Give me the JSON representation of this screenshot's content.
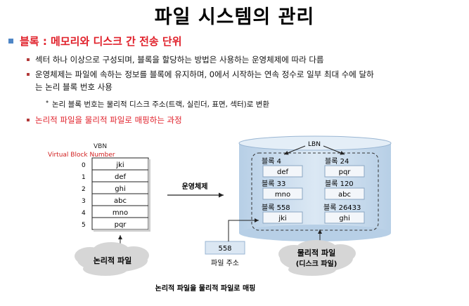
{
  "slide": {
    "title": "파일 시스템의 관리",
    "heading": "블록 : 메모리와 디스크 간 전송 단위",
    "bullets": [
      "섹터 하나 이상으로 구성되며, 블록을 할당하는 방법은 사용하는 운영체제에 따라 다름",
      "운영체제는 파일에 속하는 정보를 블록에 유지하며, 0에서 시작하는 연속 정수로 일부 최대 수에 달하",
      "는 논리 블록 번호 사용"
    ],
    "sub_bullet": "논리 블록 번호는 물리적 디스크 주소(트랙, 실린더, 표면, 섹터)로 변환",
    "red_bullet": "논리적 파일을 물리적 파일로 매핑하는 과정"
  },
  "figure": {
    "vbn_label": "VBN",
    "vbn_annotation": "Virtual Block Number",
    "rows": [
      {
        "index": "0",
        "value": "jki"
      },
      {
        "index": "1",
        "value": "def"
      },
      {
        "index": "2",
        "value": "ghi"
      },
      {
        "index": "3",
        "value": "abc"
      },
      {
        "index": "4",
        "value": "mno"
      },
      {
        "index": "5",
        "value": "pqr"
      }
    ],
    "logical_file": "논리적 파일",
    "os_label": "운영체제",
    "lbn_label": "LBN",
    "blocks": [
      {
        "label": "블록 4",
        "value": "def"
      },
      {
        "label": "블록 24",
        "value": "pqr"
      },
      {
        "label": "블록 33",
        "value": "mno"
      },
      {
        "label": "블록 120",
        "value": "abc"
      },
      {
        "label": "블록 558",
        "value": "jki"
      },
      {
        "label": "블록 26433",
        "value": "ghi"
      }
    ],
    "address_value": "558",
    "address_label": "파일 주소",
    "physical_file_line1": "물리적 파일",
    "physical_file_line2": "(디스크 파일)",
    "caption": "논리적 파일을 물리적 파일로 매핑"
  },
  "colors": {
    "heading_red": "#e0202a",
    "bullet_blue": "#4f86c6",
    "cylinder": "#c9dcee",
    "box_fill": "#e6eef7"
  }
}
